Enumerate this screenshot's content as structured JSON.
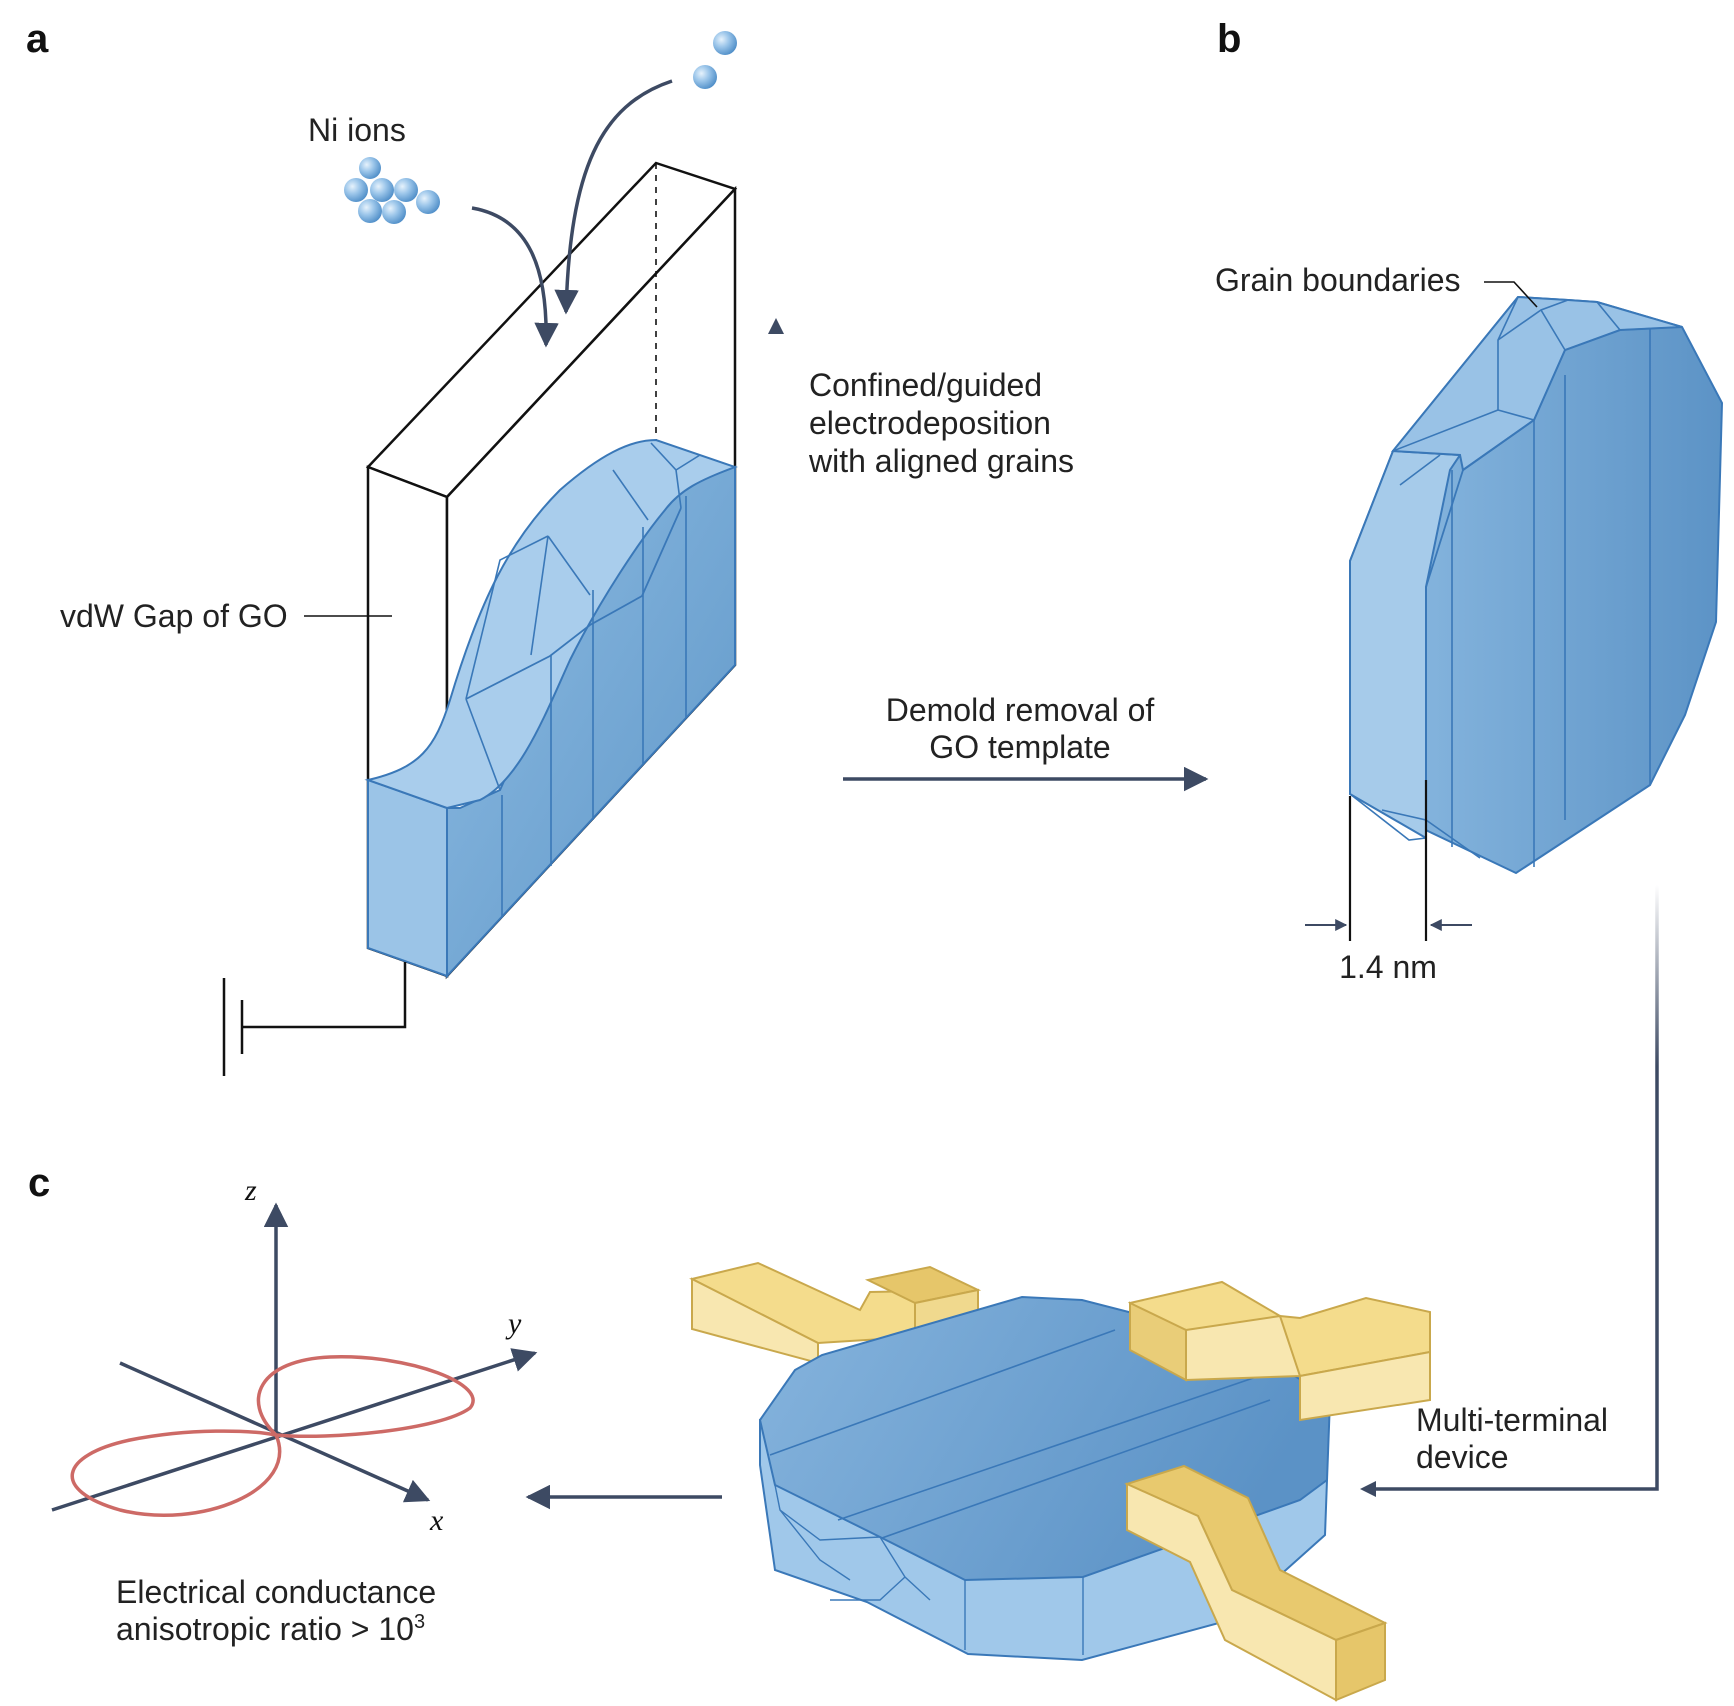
{
  "panels": {
    "a": "a",
    "b": "b",
    "c": "c"
  },
  "labels": {
    "ni_ions": "Ni ions",
    "vdw_gap": "vdW Gap of GO",
    "confined_1": "Confined/guided",
    "confined_2": "electrodeposition",
    "confined_3": "with aligned grains",
    "demold_1": "Demold removal of",
    "demold_2": "GO template",
    "grain_boundaries": "Grain boundaries",
    "thickness": "1.4 nm",
    "multi_1": "Multi-terminal",
    "multi_2": "device",
    "conductance_1": "Electrical conductance",
    "conductance_2": "anisotropic ratio > 10",
    "conductance_exp": "3"
  },
  "axes": {
    "x": "x",
    "y": "y",
    "z": "z"
  },
  "colors": {
    "nickel_blue_light": "#a9cdec",
    "nickel_blue_mid": "#80b0da",
    "nickel_blue_dark": "#5f97c8",
    "nickel_edge": "#3a78b8",
    "gold_light": "#f7e3a0",
    "gold_mid": "#ecd27a",
    "gold_dark": "#d9b95a",
    "arrow": "#3d4a63",
    "lobe": "#cd6a66"
  }
}
